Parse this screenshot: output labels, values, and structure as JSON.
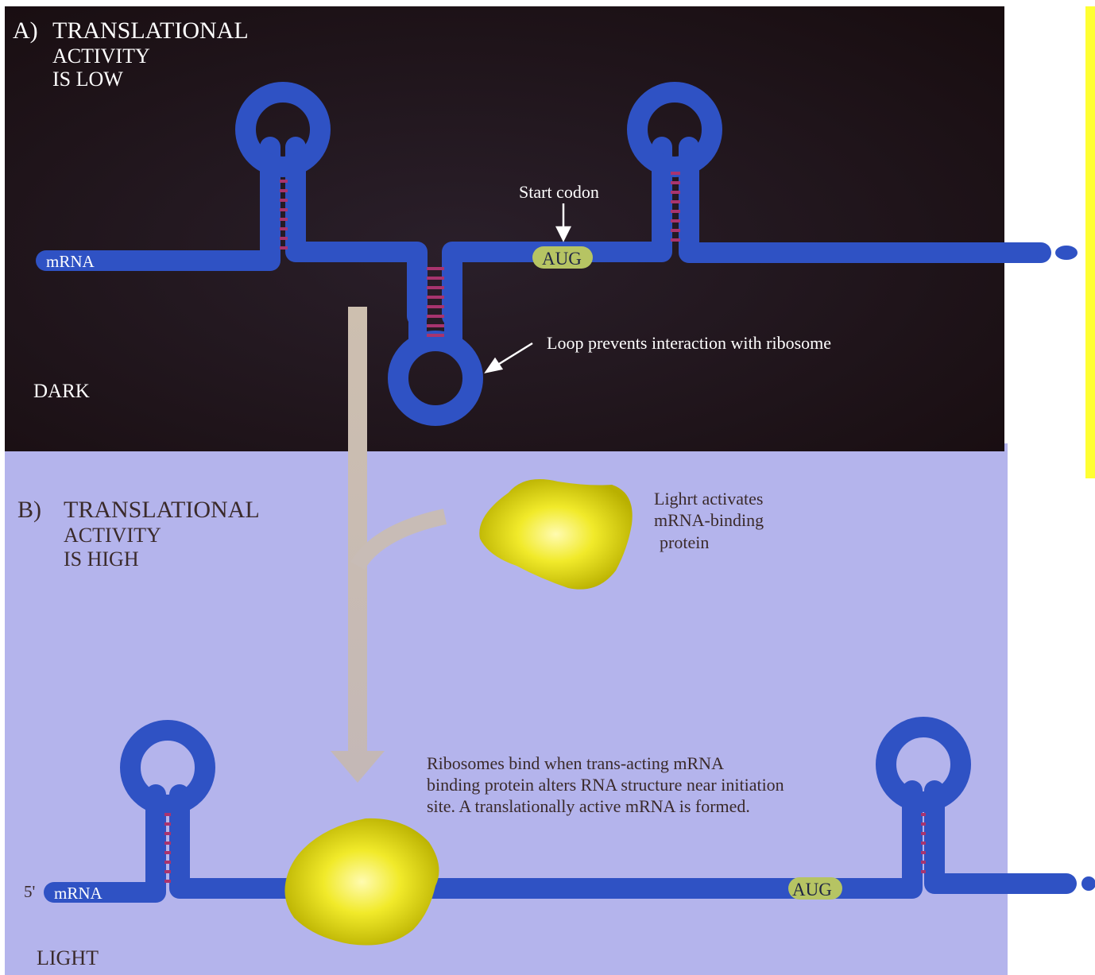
{
  "panel_a": {
    "letter": "A)",
    "title_line1": "TRANSLATIONAL",
    "title_line2": "ACTIVITY",
    "title_line3": "IS LOW",
    "condition": "DARK",
    "mrna_label": "mRNA",
    "start_codon_label": "Start codon",
    "codon": "AUG",
    "loop_note": "Loop prevents interaction with ribosome"
  },
  "panel_b": {
    "letter": "B)",
    "title_line1": "TRANSLATIONAL",
    "title_line2": "ACTIVITY",
    "title_line3": "IS HIGH",
    "condition": "LIGHT",
    "five_prime": "5'",
    "mrna_label": "mRNA",
    "codon": "AUG",
    "protein_note_line1": "Lighrt activates",
    "protein_note_line2": "mRNA-binding",
    "protein_note_line3": "protein",
    "ribosome_note_line1": "Ribosomes bind when trans-acting mRNA",
    "ribosome_note_line2": "binding protein alters  RNA structure near initiation",
    "ribosome_note_line3": "site.  A translationally active mRNA is formed."
  },
  "colors": {
    "dark_panel": "#1c1114",
    "light_panel": "#b3b3ec",
    "mrna_blue": "#2f52c4",
    "base_pair_magenta": "#a8346f",
    "aug_green": "#b6c463",
    "protein_yellow": "#e8e21a",
    "arrow_tan": "#c9bdae",
    "highlight_bar": "#ffff33"
  }
}
